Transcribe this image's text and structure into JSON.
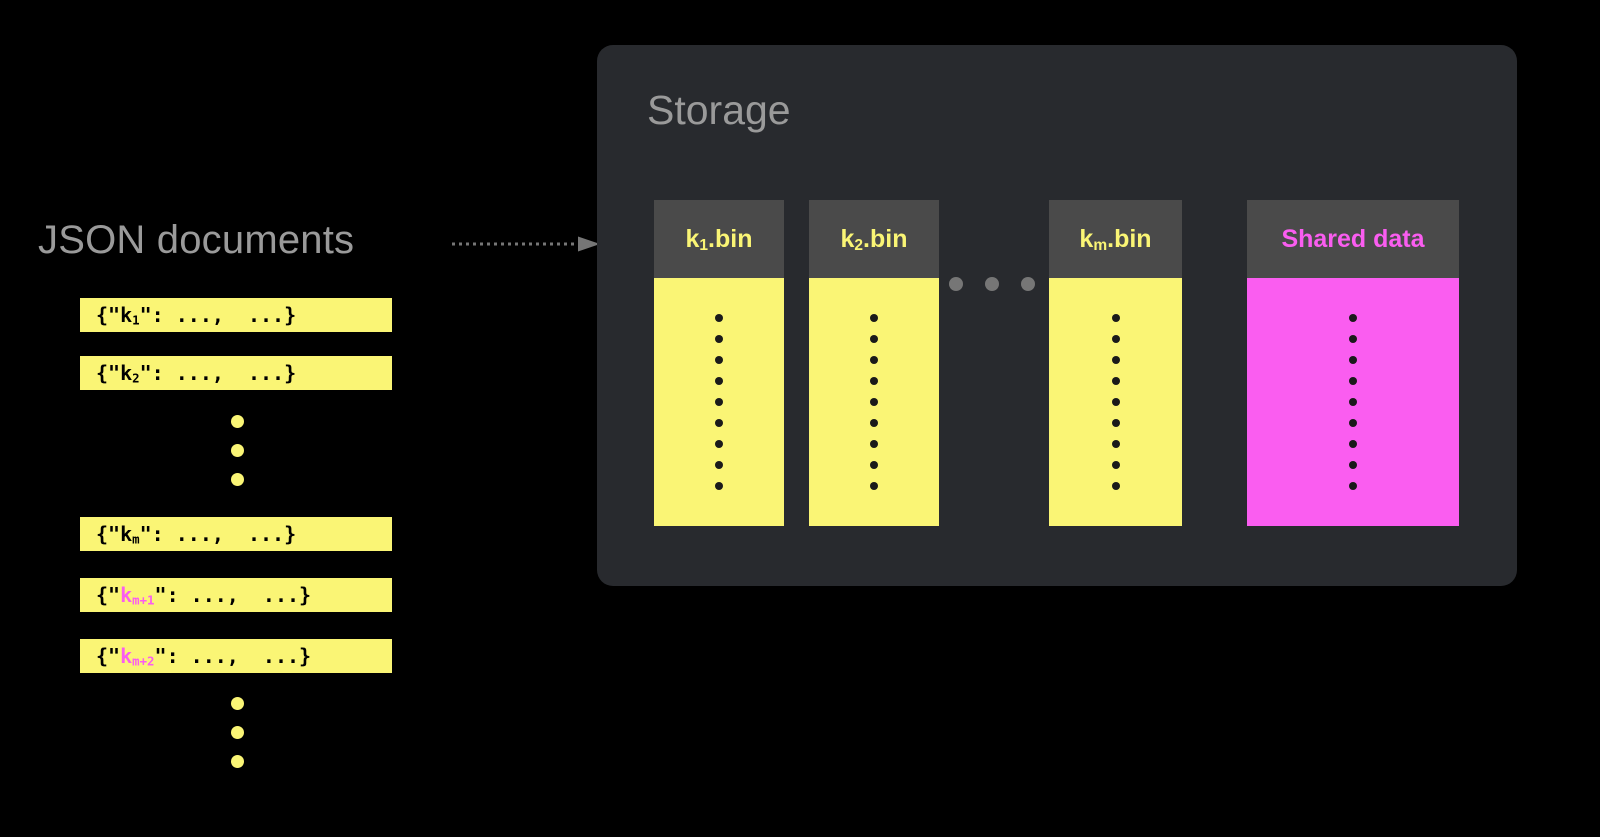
{
  "canvas": {
    "background": "#000000",
    "accent_yellow": "#faf575",
    "accent_magenta": "#fa5df0",
    "panel_background": "#282a2e",
    "header_background": "#4a4a4a",
    "muted_text": "#9a9a9a",
    "dot_gray": "#767676"
  },
  "documents": {
    "title": "JSON documents",
    "items": [
      {
        "prefix": "{\"",
        "key": "k",
        "sub": "1",
        "suffix": "\": ...,  ...}",
        "key_color": "black"
      },
      {
        "prefix": "{\"",
        "key": "k",
        "sub": "2",
        "suffix": "\": ...,  ...}",
        "key_color": "black"
      },
      {
        "prefix": "{\"",
        "key": "k",
        "sub": "m",
        "suffix": "\": ...,  ...}",
        "key_color": "black"
      },
      {
        "prefix": "{\"",
        "key": "k",
        "sub": "m+1",
        "suffix": "\": ...,  ...}",
        "key_color": "magenta"
      },
      {
        "prefix": "{\"",
        "key": "k",
        "sub": "m+2",
        "suffix": "\": ...,  ...}",
        "key_color": "magenta"
      }
    ],
    "ellipsis_dot_count": 3
  },
  "flow": {
    "arrow_style": "dotted",
    "arrow_color": "#767676",
    "direction": "left-to-right"
  },
  "storage": {
    "title": "Storage",
    "columns": [
      {
        "label": "k",
        "sub": "1",
        "label_suffix": ".bin",
        "color": "yellow",
        "dot_count": 9
      },
      {
        "label": "k",
        "sub": "2",
        "label_suffix": ".bin",
        "color": "yellow",
        "dot_count": 9
      },
      {
        "label": "k",
        "sub": "m",
        "label_suffix": ".bin",
        "color": "yellow",
        "dot_count": 9
      },
      {
        "label": "Shared data",
        "sub": "",
        "label_suffix": "",
        "color": "magenta",
        "dot_count": 9
      }
    ],
    "ellipsis_dot_count": 3
  }
}
